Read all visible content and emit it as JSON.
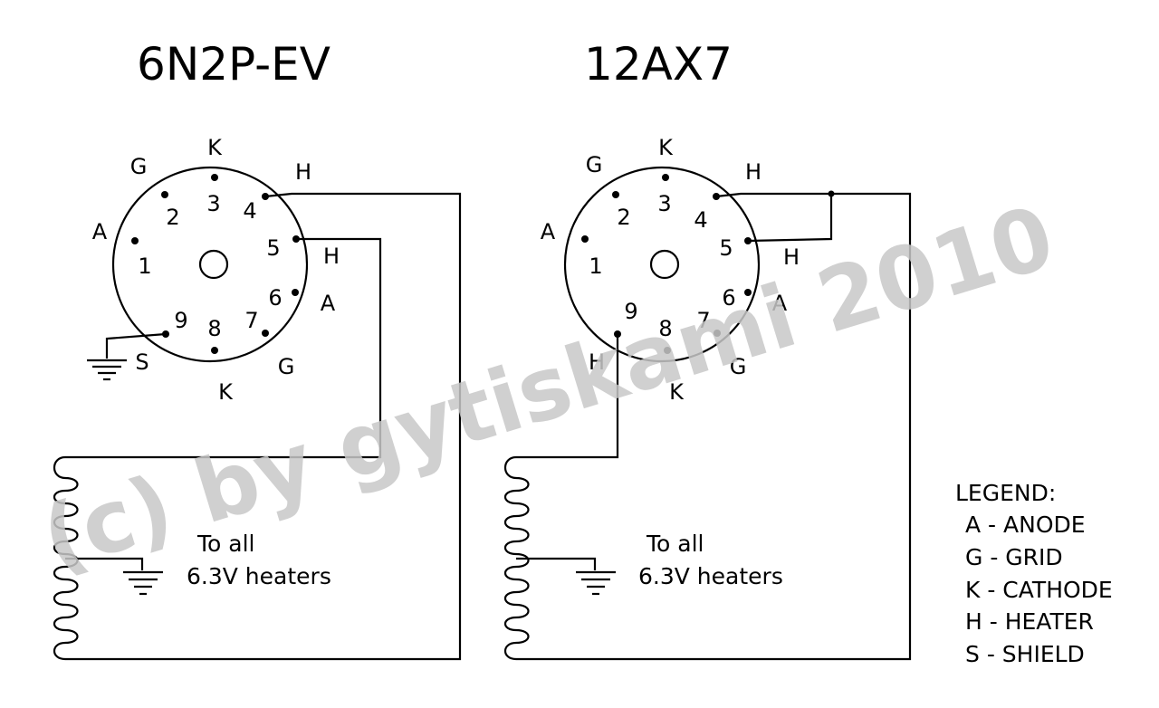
{
  "watermark": "(c) by gytiskami 2010",
  "left_tube": {
    "title": "6N2P-EV",
    "pins": [
      "1",
      "2",
      "3",
      "4",
      "5",
      "6",
      "7",
      "8",
      "9"
    ],
    "labels": {
      "g_top": "G",
      "k_top": "K",
      "h_top": "H",
      "a_left": "A",
      "h_right": "H",
      "a_right": "A",
      "s": "S",
      "k_bottom": "K",
      "g_bottom": "G"
    },
    "heater_text_1": "To all",
    "heater_text_2": "6.3V heaters"
  },
  "right_tube": {
    "title": "12AX7",
    "pins": [
      "1",
      "2",
      "3",
      "4",
      "5",
      "6",
      "7",
      "8",
      "9"
    ],
    "labels": {
      "g_top": "G",
      "k_top": "K",
      "h_top": "H",
      "a_left": "A",
      "h_right": "H",
      "a_right": "A",
      "h_left": "H",
      "k_bottom": "K",
      "g_bottom": "G"
    },
    "heater_text_1": "To all",
    "heater_text_2": "6.3V heaters"
  },
  "legend": {
    "title": "LEGEND:",
    "items": [
      "A - ANODE",
      "G - GRID",
      "K - CATHODE",
      "H - HEATER",
      "S - SHIELD"
    ]
  }
}
